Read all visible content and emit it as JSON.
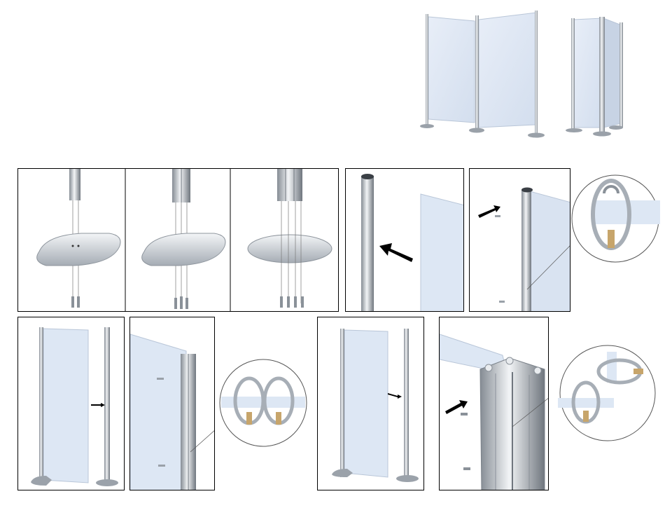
{
  "page": {
    "background": "#ffffff",
    "text": []
  },
  "palette": {
    "glass": "#dde7f4",
    "glass_edge": "#b9c6d8",
    "metal_light": "#eef1f4",
    "metal_mid": "#b5bcc4",
    "metal_dark": "#6d747c",
    "frame": "#000000",
    "arrow": "#000000"
  },
  "figures": {
    "overview_wall": {
      "glass_panels": 2
    },
    "overview_tower": {
      "glass_panels": 3
    },
    "base_step_panels": 3,
    "detail_callouts": 3,
    "direction_arrows": 5
  }
}
